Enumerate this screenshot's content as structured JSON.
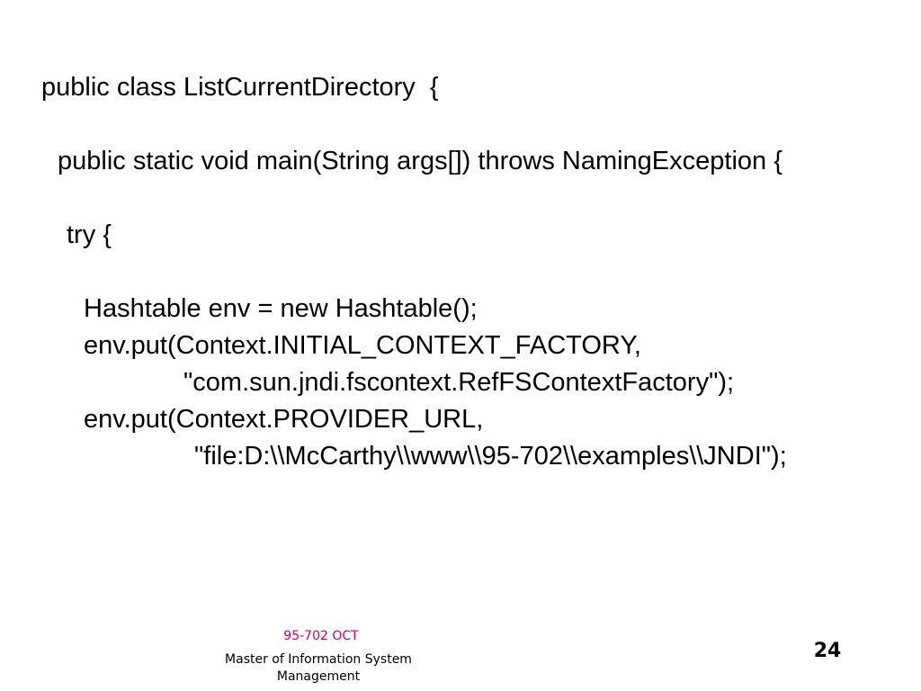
{
  "code": {
    "lines": [
      "public class ListCurrentDirectory  {",
      "public static void main(String args[]) throws NamingException {",
      "try {",
      "Hashtable env = new Hashtable();",
      "env.put(Context.INITIAL_CONTEXT_FACTORY,",
      "\"com.sun.jndi.fscontext.RefFSContextFactory\");",
      "env.put(Context.PROVIDER_URL,",
      "\"file:D:\\\\McCarthy\\\\www\\\\95-702\\\\examples\\\\JNDI\");"
    ]
  },
  "footer": {
    "course": "95-702 OCT",
    "program": "Master of Information System Management",
    "page_number": "24"
  },
  "colors": {
    "background": "#ffffff",
    "text": "#000000",
    "course_accent": "#cc0066"
  }
}
